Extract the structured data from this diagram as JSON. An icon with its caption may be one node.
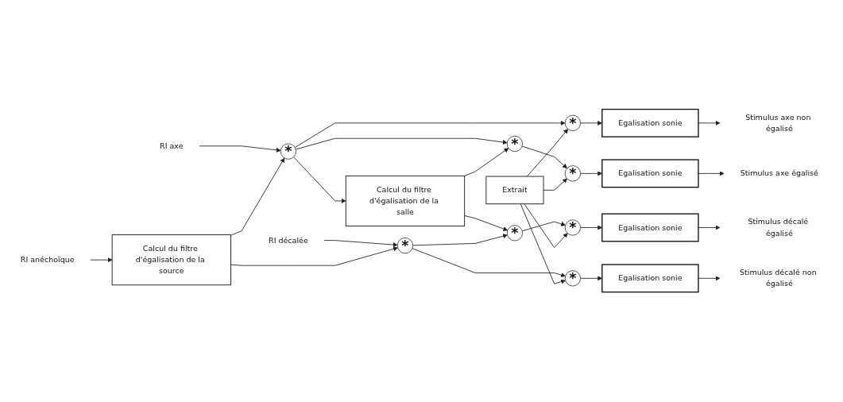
{
  "diagram": {
    "nodes": [
      {
        "text": [
          "*"
        ]
      },
      {
        "text": [
          "Egalisation sonie"
        ]
      },
      {
        "text": [
          "Stimulus axe non égalisé"
        ]
      },
      {
        "text": [
          "*"
        ]
      },
      {
        "text": [
          "*"
        ]
      },
      {
        "text": [
          "Egalisation sonie"
        ]
      },
      {
        "text": [
          "Stimulus axe égalisé"
        ]
      },
      {
        "text": [
          "RI axe"
        ]
      },
      {
        "text": [
          "*"
        ]
      },
      {
        "text": [
          "Calcul du filtre d'égalisation de la salle"
        ]
      },
      {
        "text": [
          "Extrait"
        ]
      },
      {
        "text": [
          "RI anéchoïque"
        ]
      },
      {
        "text": [
          "Calcul du filtre d'égalisation de la source"
        ]
      },
      {
        "text": [
          "*"
        ]
      },
      {
        "text": [
          "*"
        ]
      },
      {
        "text": [
          "Egalisation sonie"
        ]
      },
      {
        "text": [
          "Stimulus décalé égalisé"
        ]
      },
      {
        "text": [
          "RI décalée"
        ]
      },
      {
        "text": [
          "*"
        ]
      },
      {
        "text": [
          "*"
        ]
      },
      {
        "text": [
          "Egalisation sonie"
        ]
      },
      {
        "text": [
          "Stimulus décalé non égalisé"
        ]
      }
    ],
    "edges": [
      {
        "from": 7,
        "to": 8,
        "arrow": "to"
      },
      {
        "from": 11,
        "to": 12,
        "arrow": "to"
      },
      {
        "from": 17,
        "to": 18,
        "arrow": "to"
      },
      {
        "from": 12,
        "to": 8,
        "arrow": "to"
      },
      {
        "from": 12,
        "to": 18,
        "arrow": "to"
      },
      {
        "from": 8,
        "to": 0,
        "arrow": "to"
      },
      {
        "from": 8,
        "to": 3,
        "arrow": "to"
      },
      {
        "from": 8,
        "to": 9,
        "arrow": "to"
      },
      {
        "from": 9,
        "to": 3,
        "arrow": "to"
      },
      {
        "from": 9,
        "to": 13,
        "arrow": "to"
      },
      {
        "from": 18,
        "to": 13,
        "arrow": "to"
      },
      {
        "from": 18,
        "to": 19,
        "arrow": "to"
      },
      {
        "from": 3,
        "to": 4,
        "arrow": "to"
      },
      {
        "from": 13,
        "to": 14,
        "arrow": "to"
      },
      {
        "from": 10,
        "to": 4,
        "arrow": "to"
      },
      {
        "from": 10,
        "to": 14,
        "arrow": "to"
      },
      {
        "from": 10,
        "to": 0,
        "arrow": "to"
      },
      {
        "from": 10,
        "to": 19,
        "arrow": "to"
      },
      {
        "from": 0,
        "to": 1,
        "arrow": "to"
      },
      {
        "from": 1,
        "to": 2,
        "arrow": "to"
      },
      {
        "from": 4,
        "to": 5,
        "arrow": "to"
      },
      {
        "from": 5,
        "to": 6,
        "arrow": "to"
      },
      {
        "from": 14,
        "to": 15,
        "arrow": "to"
      },
      {
        "from": 15,
        "to": 16,
        "arrow": "to"
      },
      {
        "from": 19,
        "to": 20,
        "arrow": "to"
      },
      {
        "from": 20,
        "to": 21,
        "arrow": "to"
      }
    ]
  }
}
